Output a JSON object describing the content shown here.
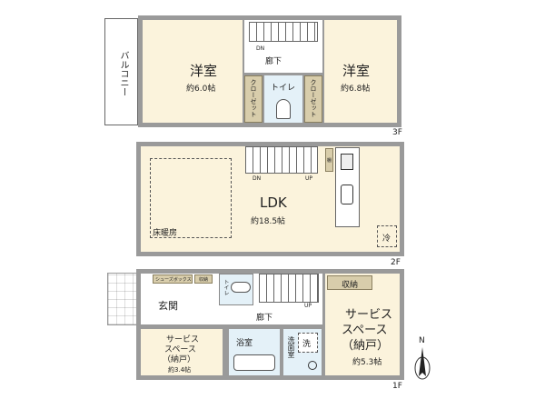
{
  "floor3": {
    "label": "3F",
    "balcony": "バルコニー",
    "room_left": {
      "name": "洋室",
      "size": "約6.0帖"
    },
    "room_right": {
      "name": "洋室",
      "size": "約6.8帖"
    },
    "hall": "廊下",
    "dn": "DN",
    "closet_left": "クローゼット",
    "closet_right": "クローゼット",
    "toilet": "トイレ"
  },
  "floor2": {
    "label": "2F",
    "ldk": {
      "name": "LDK",
      "size": "約18.5帖"
    },
    "floor_heating": "床暖房",
    "fridge": "冷",
    "shelf": "棚",
    "dn": "DN",
    "up": "UP"
  },
  "floor1": {
    "label": "1F",
    "shoe_box": "シューズボックス",
    "storage_small": "収納",
    "entrance": "玄関",
    "toilet": "トイレ",
    "hall": "廊下",
    "up": "UP",
    "storage": "収納",
    "service_right": {
      "name1": "サービス",
      "name2": "スペース",
      "name3": "（納戸）",
      "size": "約5.3帖"
    },
    "service_left": {
      "name1": "サービス",
      "name2": "スペース",
      "name3": "（納戸）",
      "size": "約3.4帖"
    },
    "bath": "浴室",
    "washroom": "洗面室",
    "washer": "洗"
  },
  "compass": {
    "north": "N"
  },
  "colors": {
    "floor": "#fbf3dc",
    "closet": "#d8cdab",
    "wet": "#e4f1f8",
    "wall": "#9a9a9a"
  }
}
